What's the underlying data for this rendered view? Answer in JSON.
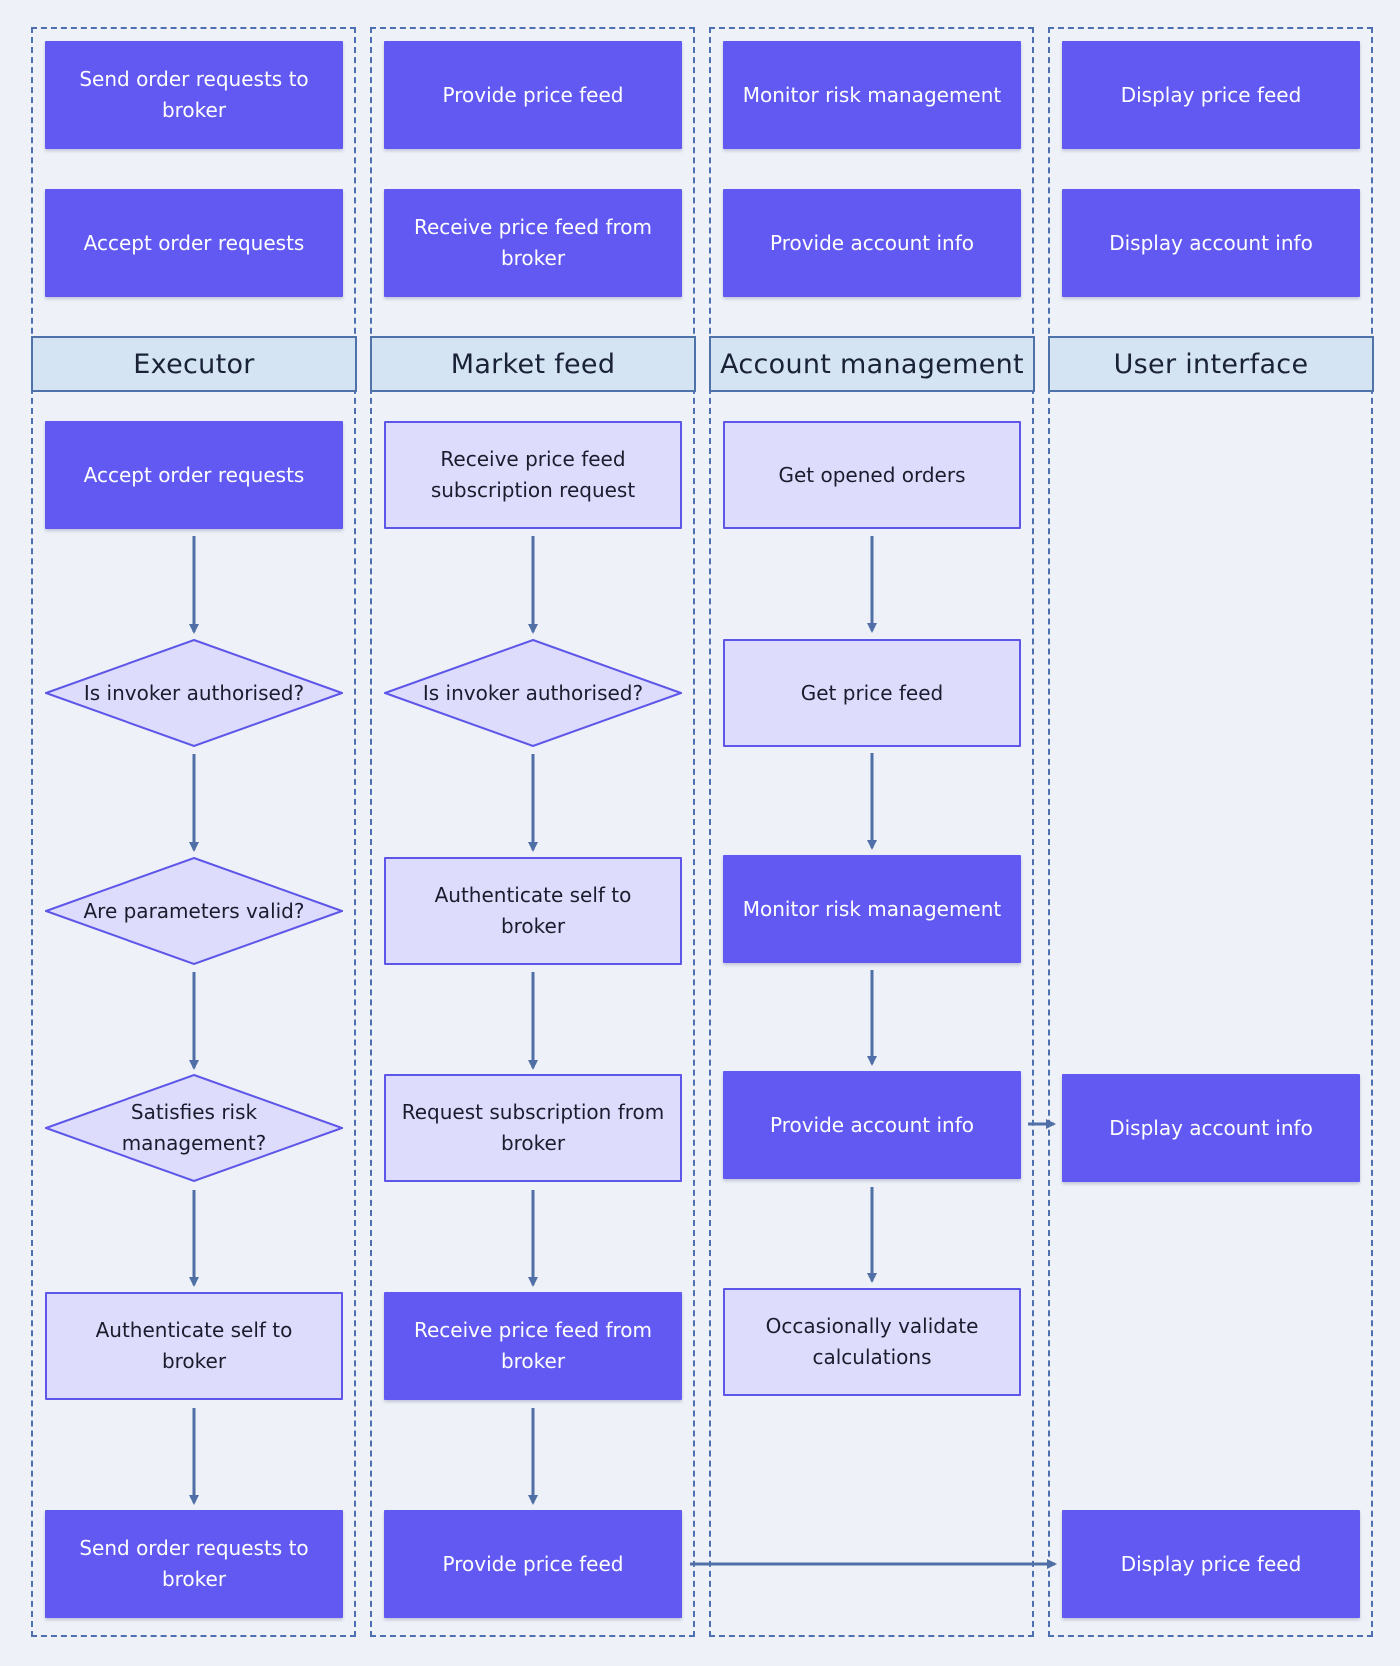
{
  "lanes": [
    {
      "label": "Executor"
    },
    {
      "label": "Market feed"
    },
    {
      "label": "Account management"
    },
    {
      "label": "User interface"
    }
  ],
  "nodes": {
    "executor_legend_send": {
      "label": "Send order requests to broker"
    },
    "executor_legend_accept": {
      "label": "Accept order requests"
    },
    "executor_accept": {
      "label": "Accept order requests"
    },
    "executor_authorised": {
      "label": "Is invoker authorised?"
    },
    "executor_params": {
      "label": "Are parameters valid?"
    },
    "executor_risk": {
      "label": "Satisfies risk management?"
    },
    "executor_auth_broker": {
      "label": "Authenticate self to broker"
    },
    "executor_send": {
      "label": "Send order requests to broker"
    },
    "market_legend_provide": {
      "label": "Provide price feed"
    },
    "market_legend_receive": {
      "label": "Receive price feed from broker"
    },
    "market_subscription_request": {
      "label": "Receive price feed subscription request"
    },
    "market_authorised": {
      "label": "Is invoker authorised?"
    },
    "market_auth_broker": {
      "label": "Authenticate self to broker"
    },
    "market_request_subscription": {
      "label": "Request subscription from broker"
    },
    "market_receive": {
      "label": "Receive price feed from broker"
    },
    "market_provide": {
      "label": "Provide price feed"
    },
    "account_legend_monitor": {
      "label": "Monitor risk management"
    },
    "account_legend_provide": {
      "label": "Provide account info"
    },
    "account_opened_orders": {
      "label": "Get opened orders"
    },
    "account_price_feed": {
      "label": "Get price feed"
    },
    "account_monitor": {
      "label": "Monitor risk management"
    },
    "account_provide": {
      "label": "Provide account info"
    },
    "account_validate": {
      "label": "Occasionally validate calculations"
    },
    "ui_legend_display_price": {
      "label": "Display price feed"
    },
    "ui_legend_display_account": {
      "label": "Display account info"
    },
    "ui_display_account": {
      "label": "Display account info"
    },
    "ui_display_price": {
      "label": "Display price feed"
    }
  },
  "colors": {
    "dark_node": "#6159f2",
    "light_node": "#dedcfc",
    "node_border": "#5e56e8",
    "lane_header": "#d5e4f2",
    "lane_border": "#4e70b0",
    "edge": "#4f6fa6",
    "background": "#eef2f8"
  }
}
